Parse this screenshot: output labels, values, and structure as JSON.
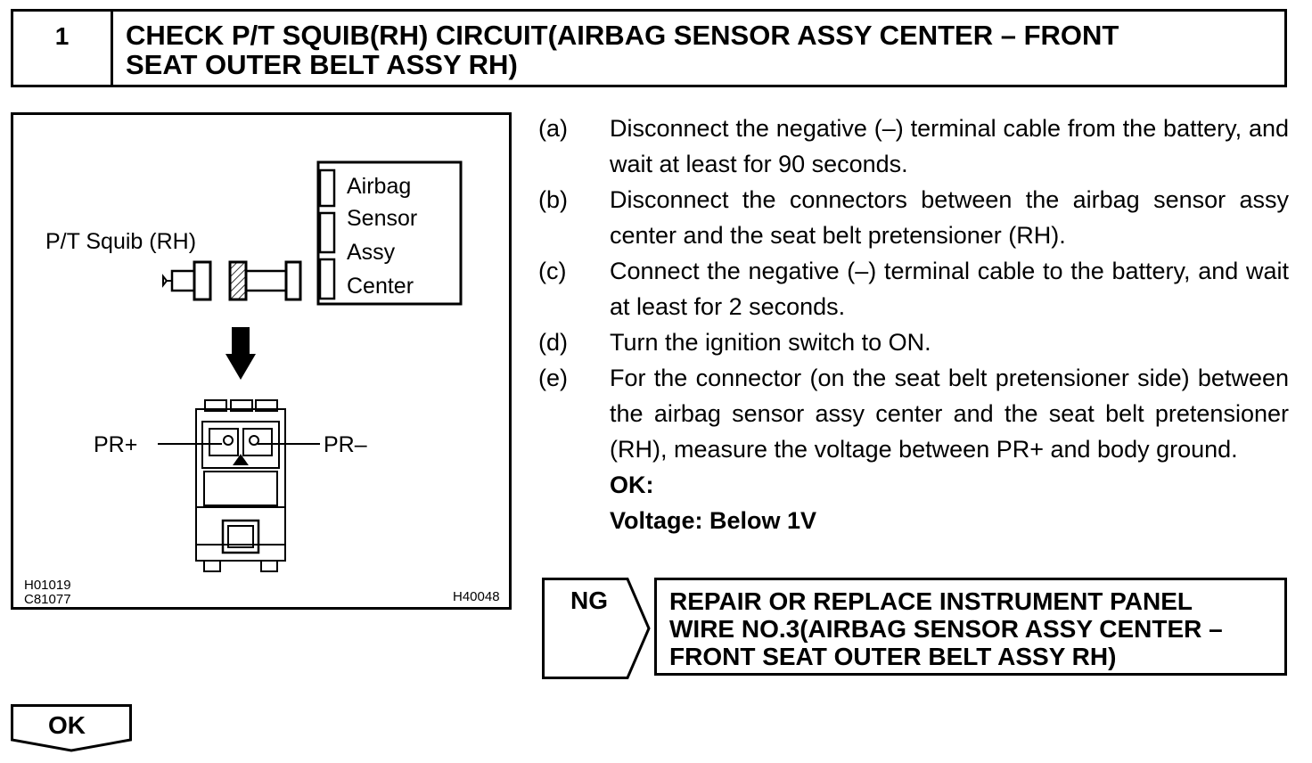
{
  "header": {
    "step_number": "1",
    "title_line1": "CHECK P/T SQUIB(RH) CIRCUIT(AIRBAG SENSOR ASSY CENTER – FRONT",
    "title_line2": "SEAT OUTER BELT ASSY RH)"
  },
  "figure": {
    "squib_label": "P/T Squib (RH)",
    "sensor_label": [
      "Airbag",
      "Sensor",
      "Assy",
      "Center"
    ],
    "pr_plus": "PR+",
    "pr_minus": "PR–",
    "code_left_1": "H01019",
    "code_left_2": "C81077",
    "code_right": "H40048"
  },
  "steps": [
    {
      "label": "(a)",
      "text": "Disconnect the negative (–) terminal cable from the battery, and wait at least for 90 seconds."
    },
    {
      "label": "(b)",
      "text": "Disconnect the connectors between the airbag sensor assy center and the seat belt pretensioner (RH)."
    },
    {
      "label": "(c)",
      "text": "Connect the negative (–) terminal cable to the battery, and wait at least for 2 seconds."
    },
    {
      "label": "(d)",
      "text": "Turn the ignition switch to ON."
    },
    {
      "label": "(e)",
      "text": "For the connector (on the seat belt pretensioner side) between the airbag sensor assy center and the seat belt pretensioner (RH), measure the voltage between PR+ and body ground."
    }
  ],
  "result": {
    "ok_heading": "OK:",
    "spec": "Voltage: Below 1V"
  },
  "ng": {
    "label": "NG",
    "repair_line1": "REPAIR OR REPLACE INSTRUMENT PANEL",
    "repair_line2": "WIRE NO.3(AIRBAG SENSOR ASSY CENTER –",
    "repair_line3": "FRONT SEAT OUTER BELT ASSY RH)"
  },
  "ok": {
    "label": "OK"
  }
}
